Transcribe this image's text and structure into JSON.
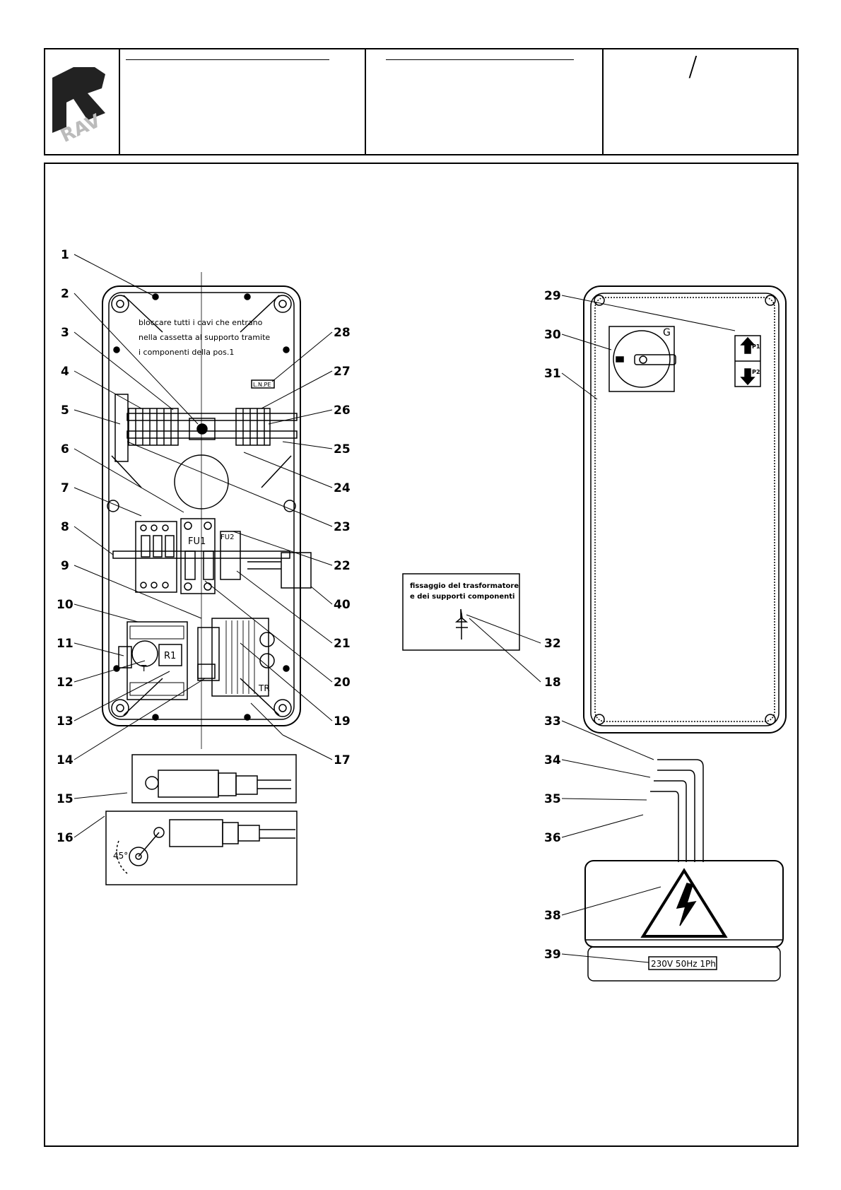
{
  "logo": {
    "text": "RAV"
  },
  "header": {
    "revision_mark": "/"
  },
  "callouts": {
    "left_side": [
      "1",
      "2",
      "3",
      "4",
      "5",
      "6",
      "7",
      "8",
      "9",
      "10",
      "11",
      "12",
      "13",
      "14",
      "15",
      "16"
    ],
    "mid_side": [
      "28",
      "27",
      "26",
      "25",
      "24",
      "23",
      "22",
      "40",
      "21",
      "20",
      "19",
      "17"
    ],
    "right_side": [
      "29",
      "30",
      "31",
      "32",
      "18",
      "33",
      "34",
      "35",
      "36",
      "38",
      "39"
    ]
  },
  "panel": {
    "note_line1": "bloccare tutti i cavi che entrano",
    "note_line2": "nella cassetta al supporto tramite",
    "note_line3": "i componenti della pos.1",
    "small_tag": "L.N.PE",
    "fuse_label": "FU1",
    "fuse2_label": "FU2",
    "timer_label": "T",
    "relay_label": "R1",
    "transformer_label": "TR",
    "angle_label": "45°"
  },
  "detail_box": {
    "line1": "fissaggio del trasformatore",
    "line2": "e dei supporti componenti"
  },
  "cover": {
    "switch_label": "G",
    "button1": "P1",
    "button2": "P2"
  },
  "supply_tag": "230V 50Hz 1Ph",
  "icons": [
    "rav-logo",
    "lightning-warning-icon",
    "main-switch-knob",
    "push-button-up-icon",
    "push-button-down-icon"
  ]
}
